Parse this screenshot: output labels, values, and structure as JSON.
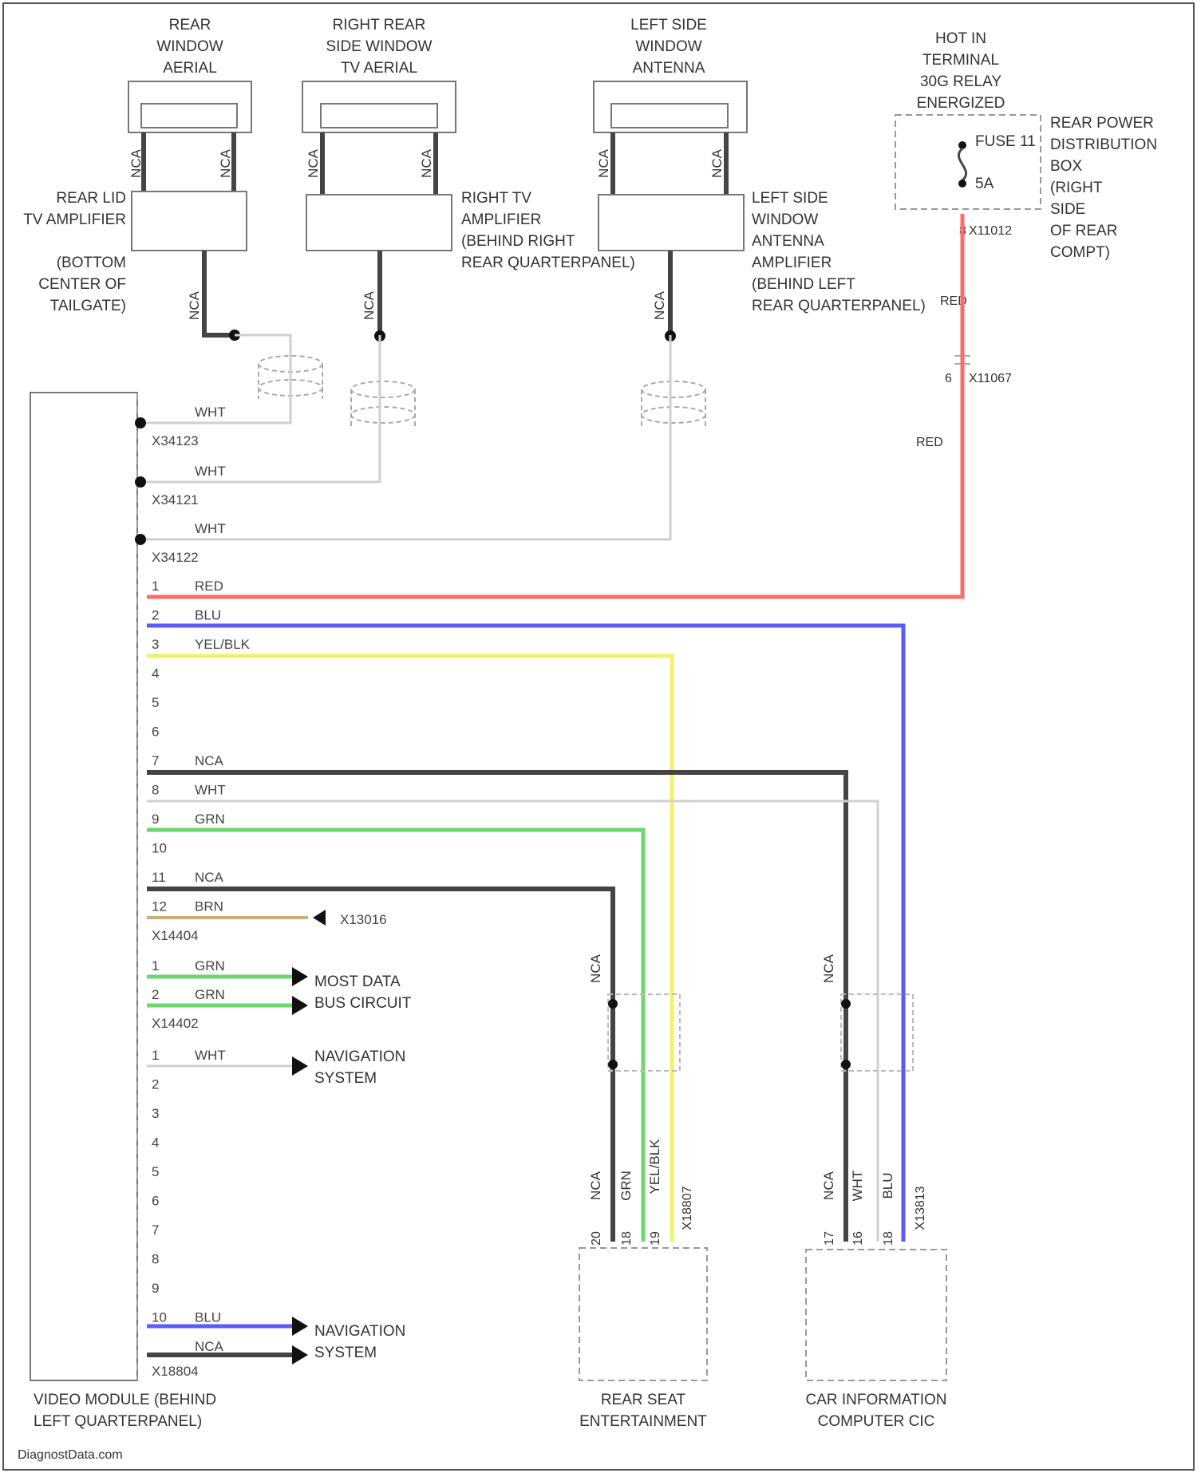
{
  "antennas": [
    {
      "lines": [
        "REAR",
        "WINDOW",
        "AERIAL"
      ]
    },
    {
      "lines": [
        "RIGHT REAR",
        "SIDE WINDOW",
        "TV AERIAL"
      ]
    },
    {
      "lines": [
        "LEFT SIDE",
        "WINDOW",
        "ANTENNA"
      ]
    }
  ],
  "amplifiers": [
    {
      "lines": [
        "REAR LID",
        "TV AMPLIFIER",
        "(BOTTOM",
        "CENTER OF",
        "TAILGATE)"
      ]
    },
    {
      "lines": [
        "RIGHT TV",
        "AMPLIFIER",
        "(BEHIND RIGHT",
        "REAR QUARTERPANEL)"
      ]
    },
    {
      "lines": [
        "LEFT SIDE",
        "WINDOW",
        "ANTENNA",
        "AMPLIFIER",
        "(BEHIND LEFT",
        "REAR QUARTERPANEL)"
      ]
    }
  ],
  "fuse": {
    "hot_lines": [
      "HOT IN",
      "TERMINAL",
      "30G RELAY",
      "ENERGIZED"
    ],
    "name": "FUSE 11",
    "rating": "5A",
    "box_lines": [
      "REAR POWER",
      "DISTRIBUTION",
      "BOX",
      "(RIGHT",
      "SIDE",
      "OF REAR",
      "COMPT)"
    ],
    "connector1": "X11012",
    "connector2": "X11067",
    "wire_color_short": "RED",
    "wire_color": "RED"
  },
  "module": {
    "label_lines": [
      "VIDEO MODULE (BEHIND",
      "LEFT QUARTERPANEL)"
    ]
  },
  "coax": [
    {
      "wire": "WHT",
      "connector": "X34123"
    },
    {
      "wire": "WHT",
      "connector": "X34121"
    },
    {
      "wire": "WHT",
      "connector": "X34122"
    }
  ],
  "wire_nca": "NCA",
  "connectors": {
    "c1": "X14404",
    "c2": "X14402",
    "c3": "X18804"
  },
  "pins_c1": [
    {
      "pin": "1",
      "wire": "RED"
    },
    {
      "pin": "2",
      "wire": "BLU"
    },
    {
      "pin": "3",
      "wire": "YEL/BLK"
    },
    {
      "pin": "4",
      "wire": ""
    },
    {
      "pin": "5",
      "wire": ""
    },
    {
      "pin": "6",
      "wire": ""
    },
    {
      "pin": "7",
      "wire": "NCA"
    },
    {
      "pin": "8",
      "wire": "WHT"
    },
    {
      "pin": "9",
      "wire": "GRN"
    },
    {
      "pin": "10",
      "wire": ""
    },
    {
      "pin": "11",
      "wire": "NCA"
    },
    {
      "pin": "12",
      "wire": "BRN"
    }
  ],
  "ground_connector": "X13016",
  "pins_c2": [
    {
      "pin": "1",
      "wire": "GRN"
    },
    {
      "pin": "2",
      "wire": "GRN"
    }
  ],
  "most_label": [
    "MOST DATA",
    "BUS CIRCUIT"
  ],
  "pins_c3": [
    {
      "pin": "1",
      "wire": "WHT"
    },
    {
      "pin": "2",
      "wire": ""
    },
    {
      "pin": "3",
      "wire": ""
    },
    {
      "pin": "4",
      "wire": ""
    },
    {
      "pin": "5",
      "wire": ""
    },
    {
      "pin": "6",
      "wire": ""
    },
    {
      "pin": "7",
      "wire": ""
    },
    {
      "pin": "8",
      "wire": ""
    },
    {
      "pin": "9",
      "wire": ""
    },
    {
      "pin": "10",
      "wire": "BLU"
    },
    {
      "pin": "",
      "wire": "NCA"
    }
  ],
  "nav_label": [
    "NAVIGATION",
    "SYSTEM"
  ],
  "rse": {
    "label_lines": [
      "REAR SEAT",
      "ENTERTAINMENT"
    ],
    "connector": "X18807",
    "wires": [
      "NCA",
      "GRN",
      "YEL/BLK"
    ],
    "pins": [
      "20",
      "18",
      "19"
    ]
  },
  "cic": {
    "label_lines": [
      "CAR INFORMATION",
      "COMPUTER CIC"
    ],
    "connector": "X13813",
    "wires": [
      "NCA",
      "WHT",
      "BLU"
    ],
    "pins": [
      "17",
      "16",
      "18"
    ]
  },
  "watermark": "DiagnostData.com",
  "colors": {
    "red": "#ff5a5a",
    "blue": "#4a4aff",
    "yellow": "#f0f060",
    "green": "#6fd66f",
    "black": "#444444",
    "white_wire": "#cccccc",
    "brown": "#c9b07a"
  }
}
